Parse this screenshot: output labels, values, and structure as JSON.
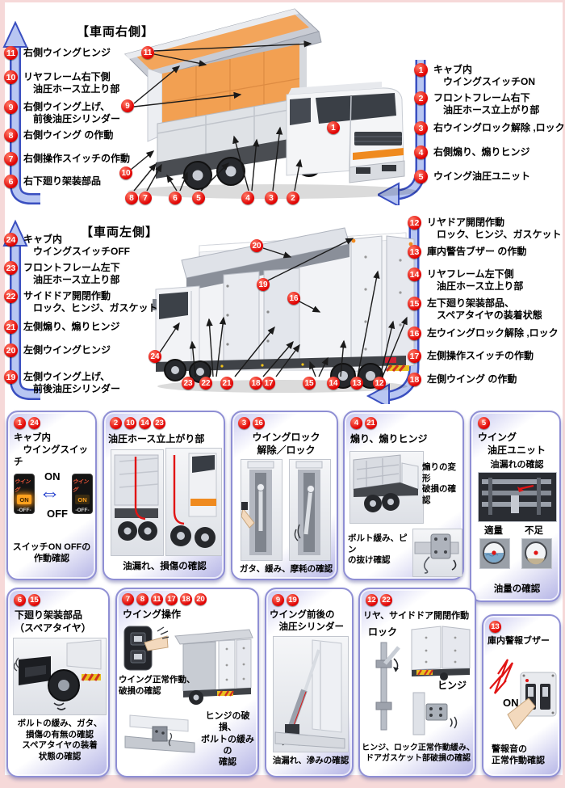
{
  "colors": {
    "background_frame": "#f6d9d9",
    "panel_border": "#8f8fd4",
    "badge_red": "#e00000",
    "flow_arrow_blue": "#b8c6f2",
    "wing_interior_orange": "#f2a052",
    "hose_red": "#e11414"
  },
  "vehicle_right": {
    "title": "【車両右側】",
    "left_items": [
      {
        "num": "11",
        "label": "右側ウイングヒンジ"
      },
      {
        "num": "10",
        "label": "リヤフレーム右下側\n　油圧ホース立上り部"
      },
      {
        "num": "9",
        "label": "右側ウイング上げ、\n　前後油圧シリンダー"
      },
      {
        "num": "8",
        "label": "右側ウイング の作動"
      },
      {
        "num": "7",
        "label": "右側操作スイッチの作動"
      },
      {
        "num": "6",
        "label": "右下廻り架装部品"
      }
    ],
    "right_items": [
      {
        "num": "1",
        "label": "キャブ内\n　ウイングスイッチON"
      },
      {
        "num": "2",
        "label": "フロントフレーム右下\n　油圧ホース立上がり部"
      },
      {
        "num": "3",
        "label": "右ウイングロック解除 ,ロック"
      },
      {
        "num": "4",
        "label": "右側煽り、煽りヒンジ"
      },
      {
        "num": "5",
        "label": "ウイング油圧ユニット"
      }
    ],
    "truck_badges": [
      "11",
      "9",
      "10",
      "8",
      "7",
      "6",
      "5",
      "4",
      "3",
      "2",
      "1"
    ]
  },
  "vehicle_left": {
    "title": "【車両左側】",
    "left_items": [
      {
        "num": "24",
        "label": "キャブ内\n　ウイングスイッチOFF"
      },
      {
        "num": "23",
        "label": "フロントフレーム左下\n　油圧ホース立上り部"
      },
      {
        "num": "22",
        "label": "サイドドア開閉作動\n　ロック、ヒンジ、ガスケット"
      },
      {
        "num": "21",
        "label": "左側煽り、煽りヒンジ"
      },
      {
        "num": "20",
        "label": "左側ウイングヒンジ"
      },
      {
        "num": "19",
        "label": "左側ウイング上げ、\n　前後油圧シリンダー"
      }
    ],
    "right_items": [
      {
        "num": "12",
        "label": "リヤドア開閉作動\n　ロック、ヒンジ、ガスケット"
      },
      {
        "num": "13",
        "label": "庫内警告ブザー の作動"
      },
      {
        "num": "14",
        "label": "リヤフレーム左下側\n　油圧ホース立上り部"
      },
      {
        "num": "15",
        "label": "左下廻り架装部品、\n　スペアタイヤの装着状態"
      },
      {
        "num": "16",
        "label": "左ウイングロック解除 ,ロック"
      },
      {
        "num": "17",
        "label": "左側操作スイッチの作動"
      },
      {
        "num": "18",
        "label": "左側ウイング の作動"
      }
    ],
    "truck_badges": [
      "20",
      "19",
      "16",
      "24",
      "23",
      "22",
      "21",
      "18",
      "17",
      "15",
      "14",
      "13",
      "12"
    ]
  },
  "panels": {
    "cab_switch": {
      "nums": [
        "1",
        "24"
      ],
      "title": "キャブ内\n　ウイングスイッチ",
      "switch_brand": "ウイング",
      "switch_on": "ON",
      "switch_off": "-OFF-",
      "on_label": "ON",
      "off_label": "OFF",
      "arrow_glyph": "⇔",
      "note": "スイッチON OFFの\n作動確認"
    },
    "hose": {
      "nums": [
        "2",
        "10",
        "14",
        "23"
      ],
      "title": "油圧ホース立上がり部",
      "note": "油漏れ、損傷の確認"
    },
    "wing_lock": {
      "nums": [
        "3",
        "16"
      ],
      "title": "ウイングロック\n解除／ロック",
      "note": "ガタ、緩み、摩耗の確認"
    },
    "aori": {
      "nums": [
        "4",
        "21"
      ],
      "title": "煽り、煽りヒンジ",
      "cap_deform": "煽りの変形\n破損の確認",
      "cap_bolt": "ボルト緩み、ピン\nの抜け確認"
    },
    "hyd_unit": {
      "nums": [
        "5"
      ],
      "title": "ウイング\n　油圧ユニット",
      "cap_leak": "油漏れの確認",
      "gauge_ok": "適量",
      "gauge_low": "不足",
      "note": "油量の確認"
    },
    "underbody": {
      "nums": [
        "6",
        "15"
      ],
      "title": "下廻り架装部品\n（スペアタイヤ）",
      "note": "ボルトの緩み、ガタ、\n損傷の有無の確認\nスペアタイヤの装着\n状態の確認"
    },
    "wing_op": {
      "nums": [
        "7",
        "8",
        "11",
        "17",
        "18",
        "20"
      ],
      "title": "ウイング操作",
      "cap_normal": "ウイング正常作動、\n破損の確認",
      "cap_hinge": "ヒンジの破損、\nボルトの緩みの\n確認"
    },
    "cylinder": {
      "nums": [
        "9",
        "19"
      ],
      "title": "ウイング前後の\n　油圧シリンダー",
      "note": "油漏れ、滲みの確認"
    },
    "doors": {
      "nums": [
        "12",
        "22"
      ],
      "title": "リヤ、サイドドア開閉作動",
      "cap_lock": "ロック",
      "cap_hinge": "ヒンジ",
      "note": "ヒンジ、ロック正常作動緩み、\nドアガスケット部破損の確認"
    },
    "buzzer": {
      "nums": [
        "13"
      ],
      "title": "庫内警報ブザー",
      "cap_on": "ON",
      "note": "警報音の\n正常作動確認"
    }
  }
}
